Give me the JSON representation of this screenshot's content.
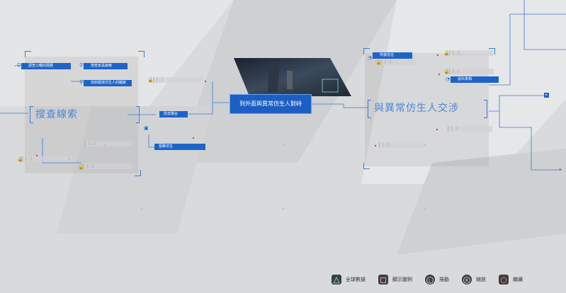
{
  "map": {
    "center_node": "到外面與異常仿生人對峙",
    "left_cluster_title": "搜查線索",
    "right_cluster_title": "與異常仿生人交涉",
    "left_nodes": [
      "調查父親的屍體",
      "搜查家具線索",
      "找到異常仿生人的蹤跡",
      "前去陽台",
      "狙擊仿生"
    ],
    "right_nodes": [
      "恢復信任",
      "說出真相"
    ],
    "locked_placeholder": "[…]"
  },
  "legend": [
    {
      "icon": "triangle-icon",
      "label": "全球數據"
    },
    {
      "icon": "square-icon",
      "label": "顯示圖例"
    },
    {
      "icon": "l-stick-icon",
      "label": "捲動"
    },
    {
      "icon": "r-stick-icon",
      "label": "縮放"
    },
    {
      "icon": "circle-icon",
      "label": "繼續"
    }
  ],
  "colors": {
    "accent": "#1e64c8",
    "lock": "#e0453a",
    "background": "#d9dadb"
  }
}
